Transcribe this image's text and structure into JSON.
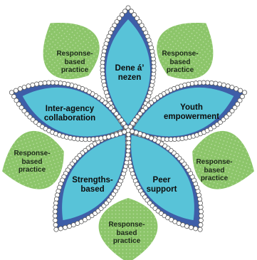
{
  "colors": {
    "petal_fill": "#58c3d8",
    "petal_border": "#3e5ea8",
    "bead_fill": "#ffffff",
    "bead_stroke": "#5a5a5a",
    "leaf_fill": "#8cc56a",
    "leaf_dots": "#b6dc9c"
  },
  "petals": [
    {
      "id": "dene",
      "lines": [
        "Dene á’",
        "nezen"
      ]
    },
    {
      "id": "youth",
      "lines": [
        "Youth",
        "empowerment"
      ]
    },
    {
      "id": "peer",
      "lines": [
        "Peer",
        "support"
      ]
    },
    {
      "id": "strengths",
      "lines": [
        "Strengths-",
        "based"
      ]
    },
    {
      "id": "interagency",
      "lines": [
        "Inter-agency",
        "collaboration"
      ]
    }
  ],
  "leaves": [
    {
      "id": "leaf-top-left",
      "lines": [
        "Response-",
        "based",
        "practice"
      ]
    },
    {
      "id": "leaf-top-right",
      "lines": [
        "Response-",
        "based",
        "practice"
      ]
    },
    {
      "id": "leaf-right",
      "lines": [
        "Response-",
        "based",
        "practice"
      ]
    },
    {
      "id": "leaf-bottom",
      "lines": [
        "Response-",
        "based",
        "practice"
      ]
    },
    {
      "id": "leaf-left",
      "lines": [
        "Response-",
        "based",
        "practice"
      ]
    }
  ]
}
